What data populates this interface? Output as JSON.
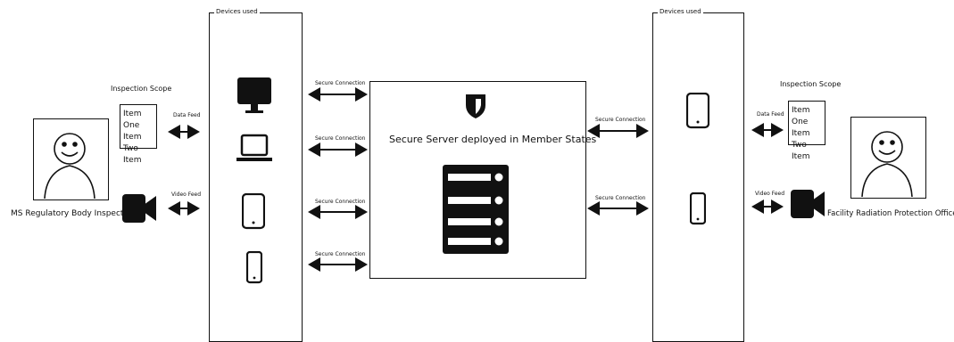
{
  "left_person": {
    "label": "MS Regulatory Body Inspector",
    "scope_title": "Inspection Scope",
    "scope_items": [
      "Item One",
      "Item Two",
      "Item"
    ],
    "data_feed": "Data Feed",
    "video_feed": "Video Feed"
  },
  "left_devices": {
    "label": "Devices used",
    "connections": [
      "Secure Connection",
      "Secure Connection",
      "Secure Connection",
      "Secure Connection"
    ]
  },
  "server": {
    "label": "Secure Server deployed in Member States"
  },
  "right_devices": {
    "label": "Devices used",
    "connections": [
      "Secure Connection",
      "Secure Connection"
    ]
  },
  "right_person": {
    "label": "Facility Radiation Protection Officer",
    "scope_title": "Inspection Scope",
    "scope_items": [
      "Item One",
      "Item Two",
      "Item"
    ],
    "data_feed": "Data Feed",
    "video_feed": "Video Feed"
  },
  "icons": [
    "person-sketch-icon",
    "video-camera-icon",
    "shield-icon",
    "server-rack-icon",
    "desktop-monitor-icon",
    "laptop-icon",
    "tablet-icon",
    "smartphone-icon"
  ],
  "colors": {
    "stroke": "#111111",
    "background": "#ffffff"
  }
}
